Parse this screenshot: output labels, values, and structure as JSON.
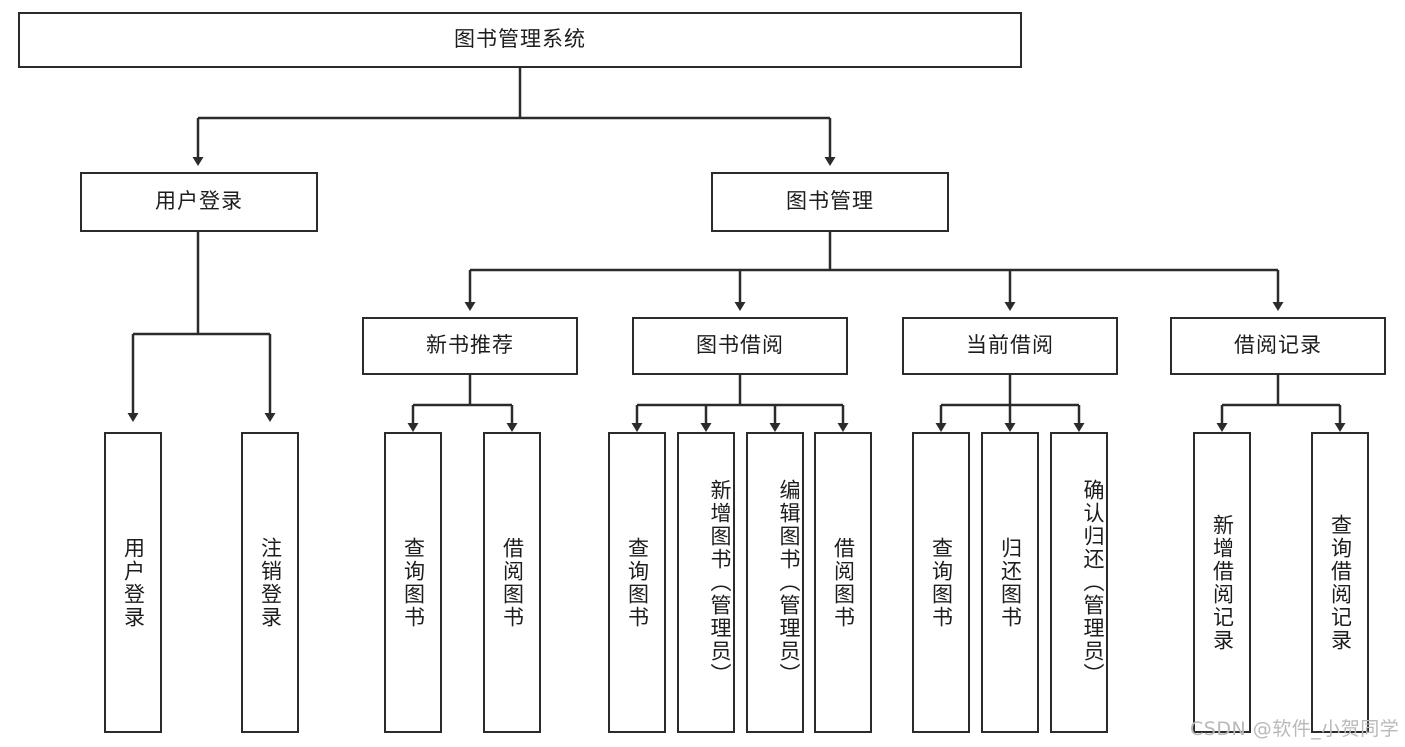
{
  "diagram": {
    "title": "图书管理系统",
    "root": {
      "label": "图书管理系统"
    },
    "level2": [
      {
        "label": "用户登录"
      },
      {
        "label": "图书管理"
      }
    ],
    "level3": [
      {
        "label": "新书推荐"
      },
      {
        "label": "图书借阅"
      },
      {
        "label": "当前借阅"
      },
      {
        "label": "借阅记录"
      }
    ],
    "leaves": {
      "user_login": [
        {
          "label": "用户登录"
        },
        {
          "label": "注销登录"
        }
      ],
      "new_book_recommend": [
        {
          "label": "查询图书"
        },
        {
          "label": "借阅图书"
        }
      ],
      "book_borrow": [
        {
          "label": "查询图书"
        },
        {
          "label": "新增图书（管理员）"
        },
        {
          "label": "编辑图书（管理员）"
        },
        {
          "label": "借阅图书"
        }
      ],
      "current_borrow": [
        {
          "label": "查询图书"
        },
        {
          "label": "归还图书"
        },
        {
          "label": "确认归还（管理员）"
        }
      ],
      "borrow_records": [
        {
          "label": "新增借阅记录"
        },
        {
          "label": "查询借阅记录"
        }
      ]
    }
  },
  "watermark": {
    "text": "CSDN @软件_小贺同学"
  },
  "colors": {
    "border": "#2b2b2b",
    "text": "#1d1d1d",
    "background": "#ffffff",
    "watermark": "#b9b9b9"
  }
}
